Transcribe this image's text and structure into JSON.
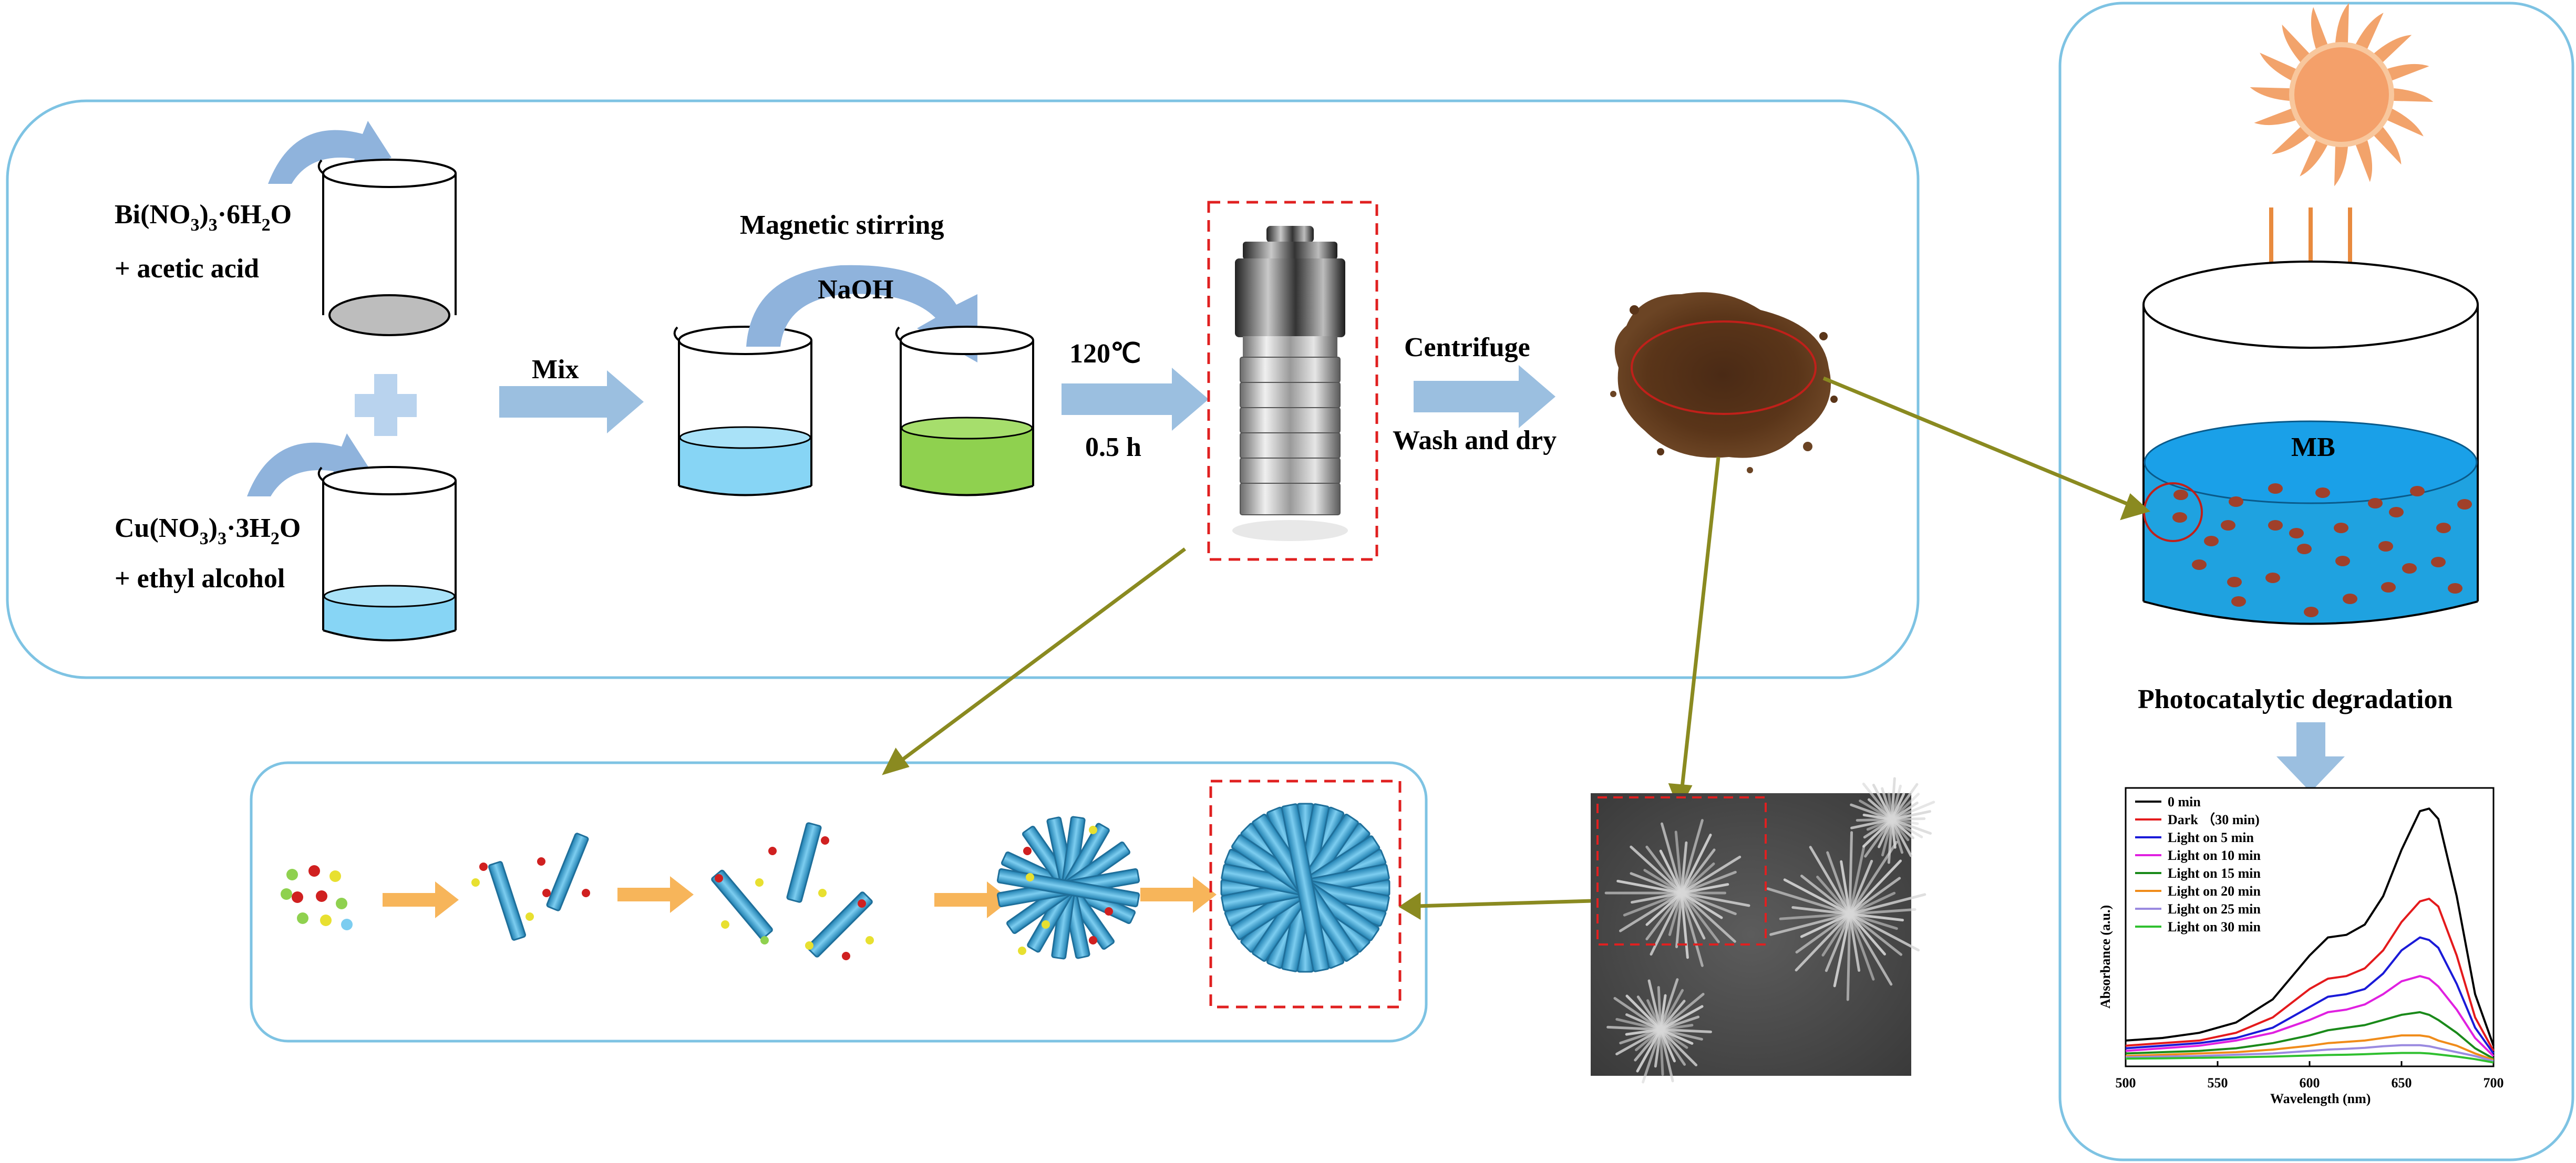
{
  "synthesis": {
    "reagent1_main": "Bi(NO",
    "reagent1_sub1": "3",
    "reagent1_mid": ")",
    "reagent1_sub2": "3",
    "reagent1_dot": "·6H",
    "reagent1_sub3": "2",
    "reagent1_end": "O",
    "reagent1_add": "+ acetic acid",
    "reagent2_main": "Cu(NO",
    "reagent2_sub1": "3",
    "reagent2_mid": ")",
    "reagent2_sub2": "3",
    "reagent2_dot": "·3H",
    "reagent2_sub3": "2",
    "reagent2_end": "O",
    "reagent2_add": "+ ethyl alcohol",
    "mix_label": "Mix",
    "stirring_label": "Magnetic stirring",
    "naoh_label": "NaOH",
    "temperature_label": "120℃",
    "time_label": "0.5 h",
    "centrifuge_label": "Centrifuge",
    "wash_label": "Wash and dry"
  },
  "degradation": {
    "mb_label": "MB",
    "process_label": "Photocatalytic degradation"
  },
  "colors": {
    "panel_border": "#7ec3e3",
    "arrow_blue": "#9bbfe0",
    "arrow_orange": "#f7b55a",
    "connector": "#8a8a20",
    "highlight_red": "#e02020",
    "solution_blue": "#87d5f5",
    "solution_green": "#8fd14f",
    "mb_blue": "#1fa2e0",
    "crystal_blue": "#2d9fd6",
    "sun_orange": "#f2a36b"
  },
  "chart_data": {
    "type": "line",
    "xlabel": "Wavelength (nm)",
    "ylabel": "Absorbance (a.u.)",
    "xlim": [
      500,
      700
    ],
    "x_ticks": [
      "500",
      "550",
      "600",
      "650",
      "700"
    ],
    "legend_position": "top-left",
    "series": [
      {
        "name": "0 min",
        "color": "#000000",
        "x": [
          500,
          520,
          540,
          560,
          580,
          600,
          610,
          620,
          630,
          640,
          650,
          660,
          665,
          670,
          680,
          690,
          700
        ],
        "y": [
          0.1,
          0.11,
          0.13,
          0.17,
          0.26,
          0.43,
          0.5,
          0.51,
          0.55,
          0.66,
          0.84,
          0.99,
          1.0,
          0.96,
          0.66,
          0.28,
          0.08
        ]
      },
      {
        "name": "Dark （30 min)",
        "color": "#e41a1c",
        "x": [
          500,
          520,
          540,
          560,
          580,
          600,
          610,
          620,
          630,
          640,
          650,
          660,
          665,
          670,
          680,
          690,
          700
        ],
        "y": [
          0.08,
          0.09,
          0.1,
          0.13,
          0.19,
          0.3,
          0.34,
          0.35,
          0.38,
          0.45,
          0.56,
          0.64,
          0.65,
          0.62,
          0.43,
          0.19,
          0.06
        ]
      },
      {
        "name": "Light on 5 min",
        "color": "#1a1ad8",
        "x": [
          500,
          520,
          540,
          560,
          580,
          600,
          610,
          620,
          630,
          640,
          650,
          660,
          665,
          670,
          680,
          690,
          700
        ],
        "y": [
          0.07,
          0.08,
          0.09,
          0.11,
          0.15,
          0.23,
          0.27,
          0.28,
          0.3,
          0.36,
          0.45,
          0.5,
          0.49,
          0.46,
          0.32,
          0.15,
          0.05
        ]
      },
      {
        "name": "Light on 10 min",
        "color": "#e020e0",
        "x": [
          500,
          520,
          540,
          560,
          580,
          600,
          610,
          620,
          630,
          640,
          650,
          660,
          665,
          670,
          680,
          690,
          700
        ],
        "y": [
          0.06,
          0.07,
          0.08,
          0.1,
          0.13,
          0.18,
          0.21,
          0.22,
          0.24,
          0.28,
          0.33,
          0.35,
          0.34,
          0.31,
          0.22,
          0.11,
          0.04
        ]
      },
      {
        "name": "Light on 15 min",
        "color": "#1a8a1a",
        "x": [
          500,
          520,
          540,
          560,
          580,
          600,
          610,
          620,
          630,
          640,
          650,
          660,
          665,
          670,
          680,
          690,
          700
        ],
        "y": [
          0.05,
          0.055,
          0.06,
          0.07,
          0.09,
          0.12,
          0.14,
          0.15,
          0.16,
          0.18,
          0.2,
          0.21,
          0.2,
          0.18,
          0.13,
          0.07,
          0.03
        ]
      },
      {
        "name": "Light on 20 min",
        "color": "#f08c1a",
        "x": [
          500,
          520,
          540,
          560,
          580,
          600,
          610,
          620,
          630,
          640,
          650,
          660,
          665,
          670,
          680,
          690,
          700
        ],
        "y": [
          0.04,
          0.045,
          0.05,
          0.055,
          0.065,
          0.08,
          0.09,
          0.095,
          0.1,
          0.11,
          0.12,
          0.12,
          0.115,
          0.1,
          0.08,
          0.05,
          0.025
        ]
      },
      {
        "name": "Light on 25 min",
        "color": "#9a8ae0",
        "x": [
          500,
          520,
          540,
          560,
          580,
          600,
          610,
          620,
          630,
          640,
          650,
          660,
          665,
          670,
          680,
          690,
          700
        ],
        "y": [
          0.035,
          0.038,
          0.04,
          0.045,
          0.05,
          0.06,
          0.065,
          0.068,
          0.072,
          0.078,
          0.082,
          0.082,
          0.078,
          0.07,
          0.055,
          0.04,
          0.02
        ]
      },
      {
        "name": "Light on 30 min",
        "color": "#30c030",
        "x": [
          500,
          520,
          540,
          560,
          580,
          600,
          610,
          620,
          630,
          640,
          650,
          660,
          665,
          670,
          680,
          690,
          700
        ],
        "y": [
          0.03,
          0.031,
          0.033,
          0.035,
          0.038,
          0.042,
          0.044,
          0.045,
          0.047,
          0.05,
          0.052,
          0.052,
          0.05,
          0.046,
          0.038,
          0.028,
          0.015
        ]
      }
    ]
  }
}
